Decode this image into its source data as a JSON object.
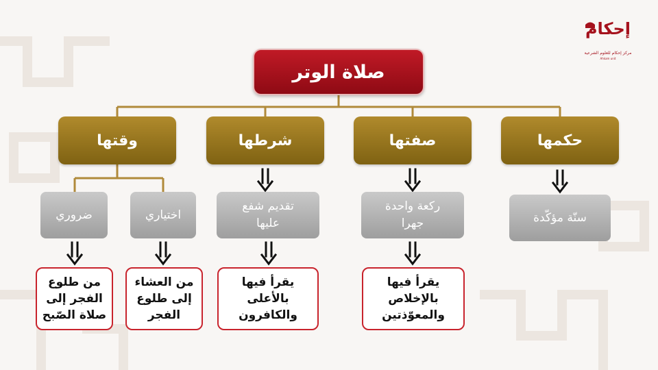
{
  "logo": {
    "title": "إحكام",
    "subtitle": "مركز إحكام للعلوم الشرعية",
    "english": "Ahkam unit"
  },
  "root": {
    "title": "صلاة الوتر"
  },
  "categories": {
    "hukm": "حكمها",
    "sifa": "صفتها",
    "shart": "شرطها",
    "waqt": "وقتها"
  },
  "details": {
    "hukm": "سنّة مؤكّدة",
    "sifa_line1": "ركعة واحدة",
    "sifa_line2": "جهرا",
    "shart_line1": "تقديم شفع",
    "shart_line2": "عليها",
    "ikhtiyari": "اختياري",
    "daruri": "ضروري"
  },
  "results": {
    "sifa_line1": "يقرأ فيها",
    "sifa_line2": "بالإخلاص",
    "sifa_line3": "والمعوّذتين",
    "shart_line1": "يقرأ فيها",
    "shart_line2": "بالأعلى",
    "shart_line3": "والكافرون",
    "ikhtiyari_line1": "من العشاء",
    "ikhtiyari_line2": "إلى طلوع",
    "ikhtiyari_line3": "الفجر",
    "daruri_line1": "من طلوع",
    "daruri_line2": "الفجر إلى",
    "daruri_line3": "صلاة الصّبح"
  },
  "colors": {
    "root": "#a5121d",
    "category": "#9a7a22",
    "detail": "#b3b3b3",
    "result_border": "#c8232c",
    "connector": "#b08a3a",
    "arrow": "#111111"
  }
}
